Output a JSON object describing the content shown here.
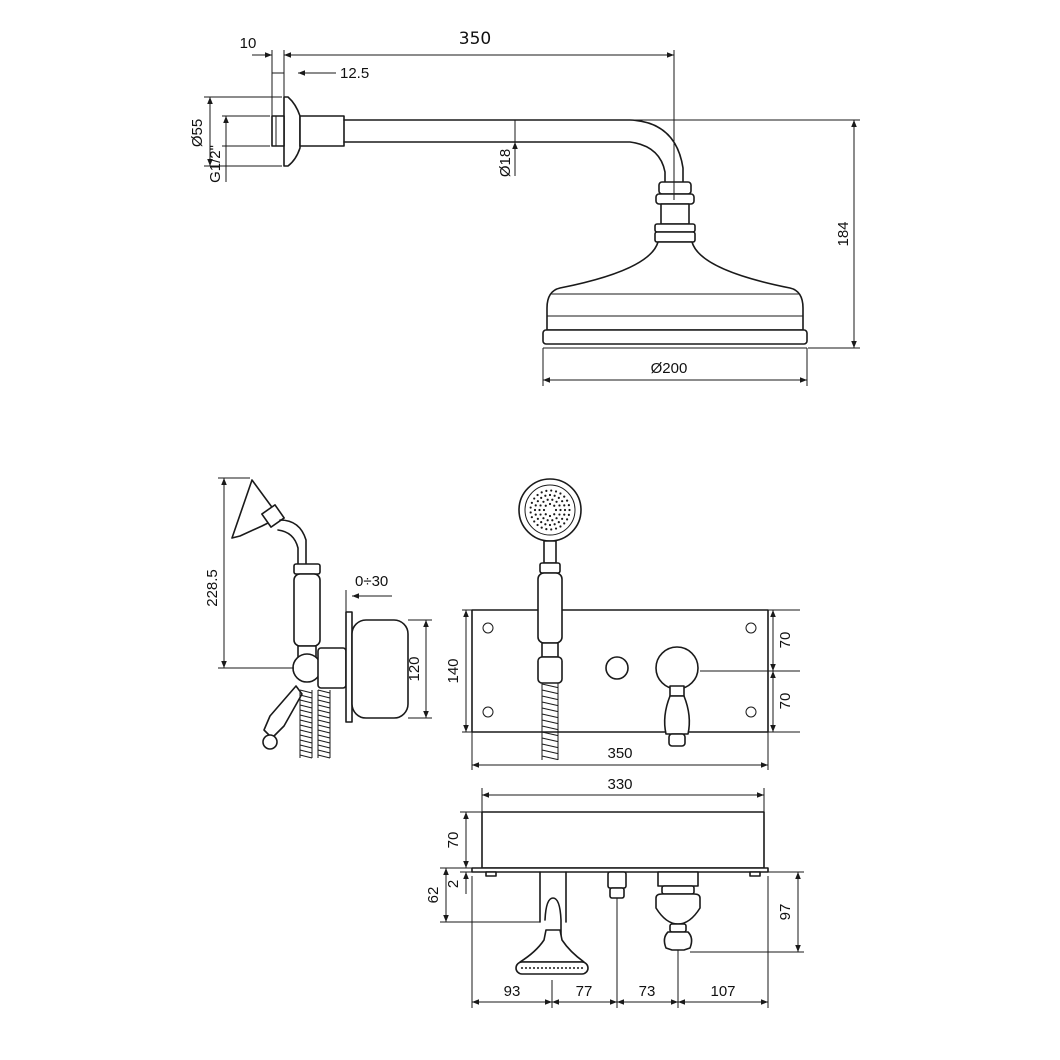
{
  "drawing": {
    "views": {
      "overhead_shower": {
        "dims": {
          "arm_length": "350",
          "flange_depth": "10",
          "flange_offset": "12.5",
          "flange_diameter": "Ø55",
          "thread": "G1/2\"",
          "arm_diameter": "Ø18",
          "drop_height": "184",
          "head_diameter": "Ø200"
        }
      },
      "side_view": {
        "dims": {
          "handset_height": "228.5",
          "depth_range": "0÷30",
          "box_height": "120"
        }
      },
      "front_view": {
        "dims": {
          "plate_height": "140",
          "upper_half": "70",
          "lower_half": "70",
          "plate_width": "350"
        }
      },
      "top_view": {
        "dims": {
          "box_width": "330",
          "box_depth": "70",
          "gap": "2",
          "outlet_projection": "62",
          "handle_projection": "97",
          "seg_1": "93",
          "seg_2": "77",
          "seg_3": "73",
          "seg_4": "107"
        }
      }
    }
  }
}
